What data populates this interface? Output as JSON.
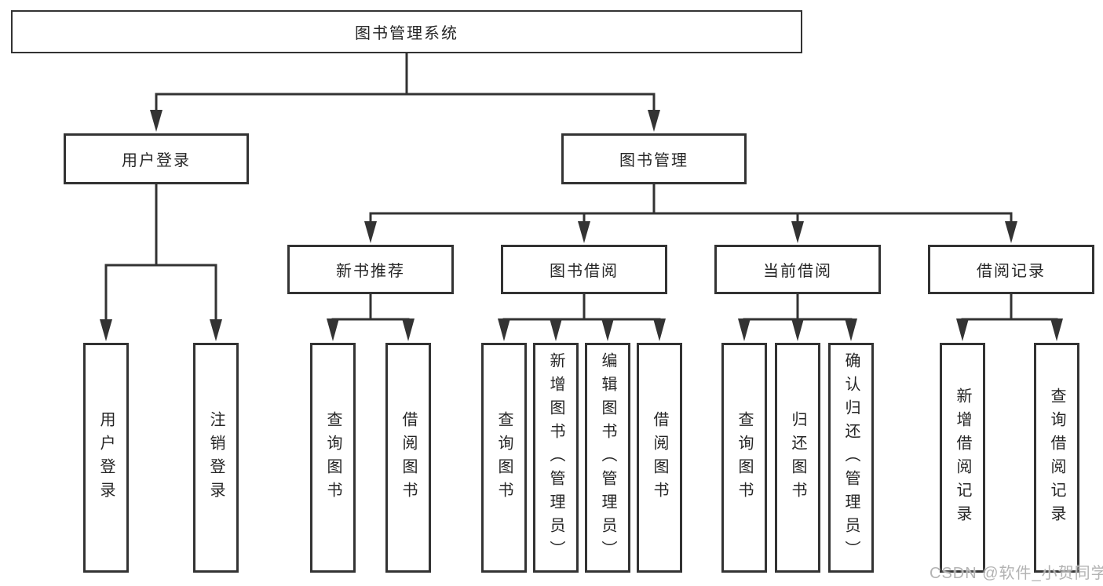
{
  "colors": {
    "line": "#333333",
    "box_border": "#333333",
    "text": "#262626",
    "background": "#ffffff",
    "watermark": "#b3b3b3"
  },
  "watermark": {
    "text": "CSDN @软件_小贺同学"
  },
  "diagram": {
    "type": "hierarchy-tree",
    "root": {
      "label": "图书管理系统"
    },
    "branches": [
      {
        "label": "用户登录",
        "children": [
          {
            "label": "用户登录"
          },
          {
            "label": "注销登录"
          }
        ]
      },
      {
        "label": "图书管理",
        "children": [
          {
            "label": "新书推荐",
            "children": [
              {
                "label": "查询图书"
              },
              {
                "label": "借阅图书"
              }
            ]
          },
          {
            "label": "图书借阅",
            "children": [
              {
                "label": "查询图书"
              },
              {
                "label": "新增图书（管理员）"
              },
              {
                "label": "编辑图书（管理员）"
              },
              {
                "label": "借阅图书"
              }
            ]
          },
          {
            "label": "当前借阅",
            "children": [
              {
                "label": "查询图书"
              },
              {
                "label": "归还图书"
              },
              {
                "label": "确认归还（管理员）"
              }
            ]
          },
          {
            "label": "借阅记录",
            "children": [
              {
                "label": "新增借阅记录"
              },
              {
                "label": "查询借阅记录"
              }
            ]
          }
        ]
      }
    ]
  }
}
